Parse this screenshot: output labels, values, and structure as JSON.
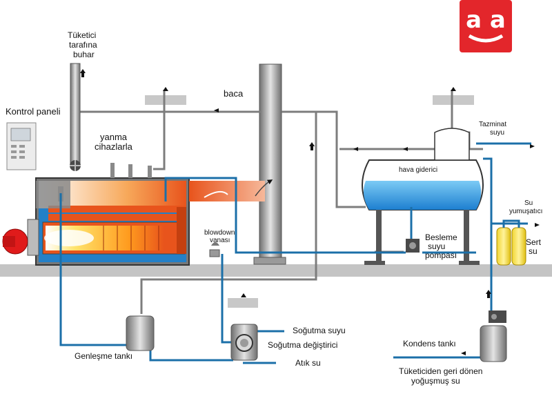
{
  "labels": {
    "consumer_steam_1": "Tüketici",
    "consumer_steam_2": "tarafına",
    "consumer_steam_3": "buhar",
    "control_panel": "Kontrol paneli",
    "chimney": "baca",
    "burners_1": "yanma",
    "burners_2": "cihazlarla",
    "makeup_water_1": "Tazminat",
    "makeup_water_2": "suyu",
    "deaerator": "hava giderici",
    "water_softener_1": "Su",
    "water_softener_2": "yumuşatıcı",
    "hard_water_1": "Sert",
    "hard_water_2": "su",
    "blowdown_1": "blowdown",
    "blowdown_2": "vanası",
    "feed_pump_1": "Besleme",
    "feed_pump_2": "suyu",
    "feed_pump_3": "pompası",
    "cooling_water": "Soğutma suyu",
    "cooling_exchanger": "Soğutma değiştirici",
    "expansion_tank": "Genleşme tankı",
    "waste_water": "Atık su",
    "condensate_tank": "Kondens tankı",
    "return_condensate_1": "Tüketiciden geri dönen",
    "return_condensate_2": "yoğuşmuş su"
  },
  "logo": {
    "text": "a a",
    "color": "#e3262b"
  },
  "colors": {
    "pipe_water": "#1b6fa8",
    "pipe_steam": "#8a8a8a",
    "boiler_shell": "#e8541c",
    "tank_water": "#3aa3e8",
    "floor": "#bfbfbf"
  }
}
